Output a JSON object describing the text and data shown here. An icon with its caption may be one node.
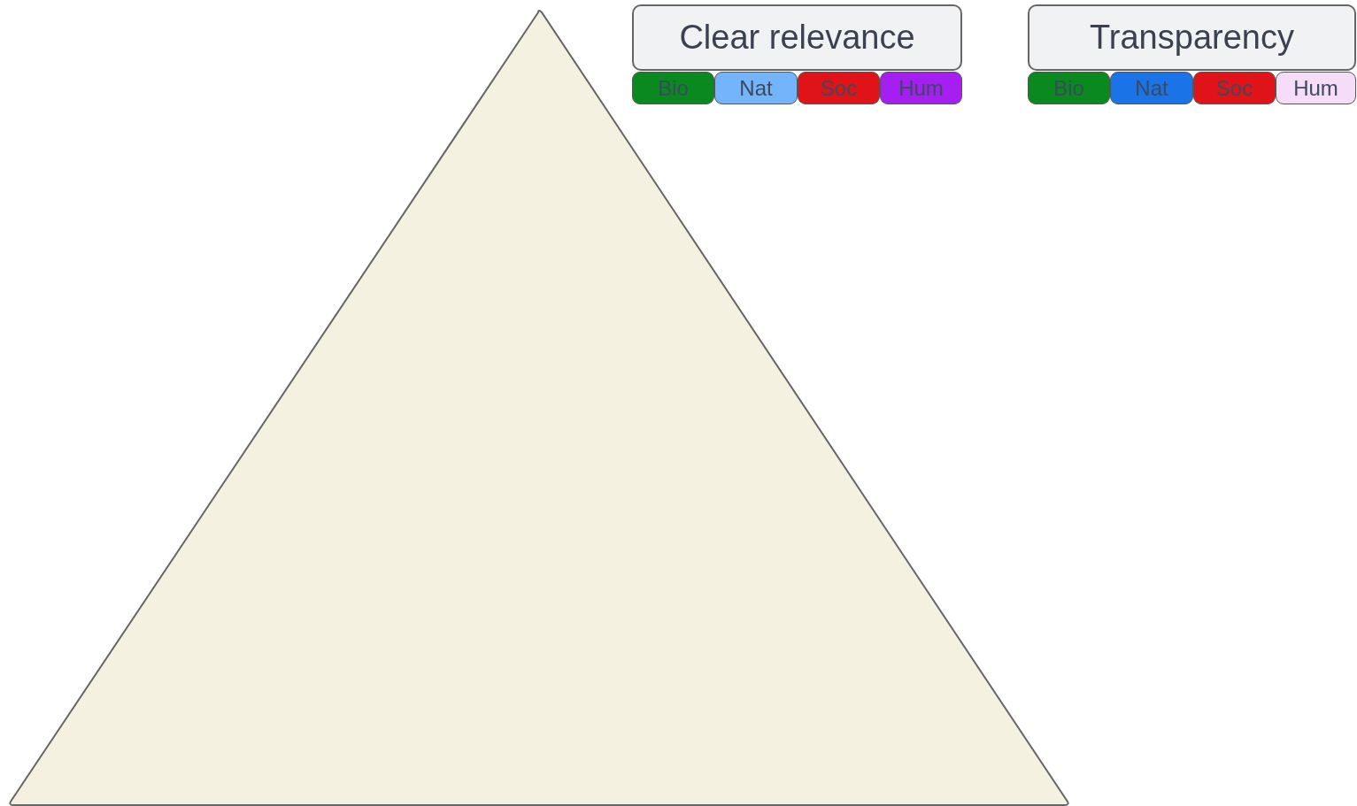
{
  "diagram": {
    "nodes": [
      {
        "text": [],
        "shape": "triangle"
      },
      {
        "text": [
          "Clear relevance"
        ]
      },
      {
        "text": [
          "Bio"
        ]
      },
      {
        "text": [
          "Nat"
        ]
      },
      {
        "text": [
          "Soc"
        ]
      },
      {
        "text": [
          "Hum"
        ]
      },
      {
        "text": [
          "Transparency"
        ]
      },
      {
        "text": [
          "Bio"
        ]
      },
      {
        "text": [
          "Nat"
        ]
      },
      {
        "text": [
          "Soc"
        ]
      },
      {
        "text": [
          "Hum"
        ]
      }
    ]
  }
}
